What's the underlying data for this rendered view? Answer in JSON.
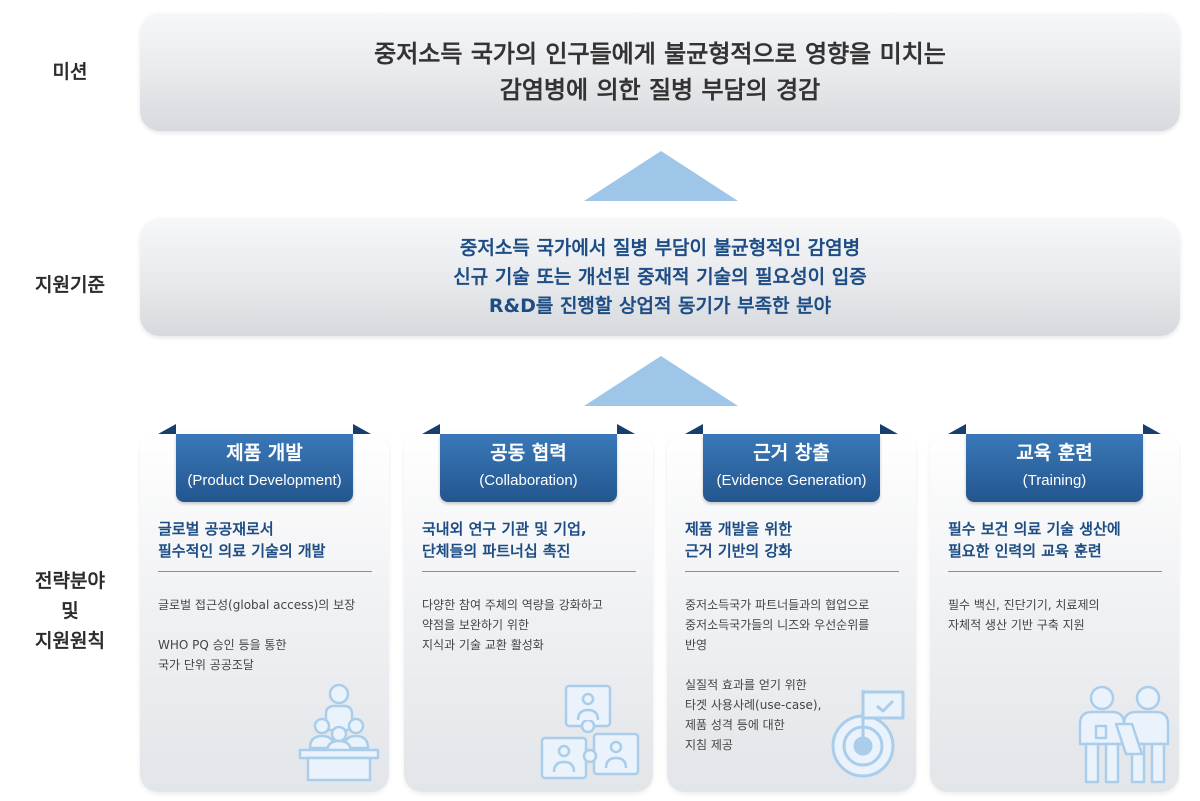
{
  "rows": {
    "mission_label": "미션",
    "criteria_label": "지원기준",
    "strategy_label_line1": "전략분야",
    "strategy_label_line2": "및",
    "strategy_label_line3": "지원원칙"
  },
  "mission": {
    "line1": "중저소득 국가의 인구들에게 불균형적으로 영향을 미치는",
    "line2": "감염병에 의한 질병 부담의 경감"
  },
  "criteria": {
    "line1": "중저소득 국가에서 질병 부담이 불균형적인 감염병",
    "line2": "신규 기술 또는 개선된 중재적 기술의 필요성이 입증",
    "line3": "R&D를 진행할 상업적 동기가 부족한 분야"
  },
  "cards": [
    {
      "title": "제품 개발",
      "subtitle": "(Product Development)",
      "head1": "글로벌 공공재로서",
      "head2": "필수적인 의료 기술의 개발",
      "p1": [
        "글로벌 접근성(global access)의 보장"
      ],
      "p2": [
        "WHO PQ 승인 등을 통한",
        "국가 단위 공공조달"
      ],
      "icon": "classroom-icon"
    },
    {
      "title": "공동 협력",
      "subtitle": "(Collaboration)",
      "head1": "국내외 연구 기관 및 기업,",
      "head2": "단체들의 파트너십 촉진",
      "p1": [
        "다양한 참여 주체의 역량을 강화하고",
        "약점을 보완하기 위한",
        "지식과 기술 교환 활성화"
      ],
      "p2": [],
      "icon": "puzzle-people-icon"
    },
    {
      "title": "근거 창출",
      "subtitle": "(Evidence Generation)",
      "head1": "제품 개발을 위한",
      "head2": "근거 기반의 강화",
      "p1": [
        "중저소득국가 파트너들과의 협업으로",
        "중저소득국가들의 니즈와 우선순위를",
        "반영"
      ],
      "p2": [
        "실질적 효과를 얻기 위한",
        "타겟 사용사례(use-case),",
        "제품 성격 등에 대한",
        "지침 제공"
      ],
      "icon": "target-flag-icon"
    },
    {
      "title": "교육 훈련",
      "subtitle": "(Training)",
      "head1": "필수 보건 의료 기술 생산에",
      "head2": "필요한 인력의 교육 훈련",
      "p1": [
        "필수 백신, 진단기기, 치료제의",
        "자체적 생산 기반 구축 지원"
      ],
      "p2": [],
      "icon": "trainer-trainee-icon"
    }
  ],
  "colors": {
    "tab_blue": "#2a62a0",
    "heading_blue": "#1d4d84",
    "arrow_blue": "#9ec6e8",
    "icon_blue": "#a9cdea"
  }
}
